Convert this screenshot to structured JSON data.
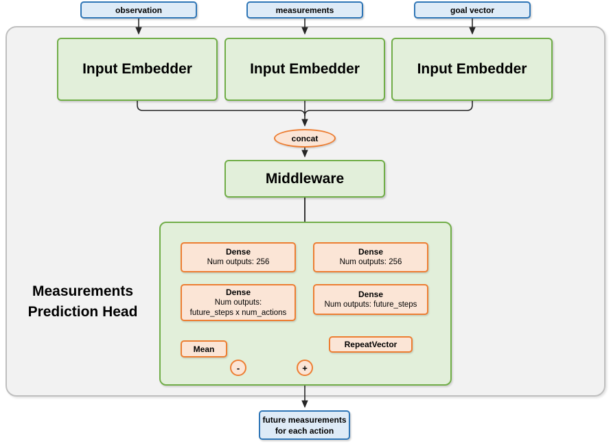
{
  "nodes": {
    "inputs": [
      {
        "label": "observation"
      },
      {
        "label": "measurements"
      },
      {
        "label": "goal vector"
      }
    ],
    "embedders": [
      {
        "label": "Input Embedder"
      },
      {
        "label": "Input Embedder"
      },
      {
        "label": "Input Embedder"
      }
    ],
    "concat": {
      "label": "concat"
    },
    "middleware": {
      "label": "Middleware"
    },
    "head": {
      "title": "Measurements Prediction Head",
      "dense_left_top": {
        "title": "Dense",
        "line1": "Num outputs: 256"
      },
      "dense_right_top": {
        "title": "Dense",
        "line1": "Num outputs: 256"
      },
      "dense_left_bottom": {
        "title": "Dense",
        "line1": "Num outputs:",
        "line2": "future_steps x num_actions"
      },
      "dense_right_bottom": {
        "title": "Dense",
        "line1": "Num outputs: future_steps"
      },
      "mean": {
        "label": "Mean"
      },
      "repeat_vector": {
        "label": "RepeatVector"
      },
      "subtract": {
        "label": "-"
      },
      "add": {
        "label": "+"
      }
    },
    "output": {
      "line1": "future measurements",
      "line2": "for each action"
    }
  },
  "colors": {
    "input_fill": "#DEEBF7",
    "input_border": "#2E75B6",
    "green_fill": "#E2EFDA",
    "green_border": "#70AD47",
    "orange_fill": "#FBE5D6",
    "orange_border": "#ED7D31",
    "canvas_fill": "#F2F2F2",
    "canvas_border": "#BFBFBF",
    "wire": "#262626"
  }
}
